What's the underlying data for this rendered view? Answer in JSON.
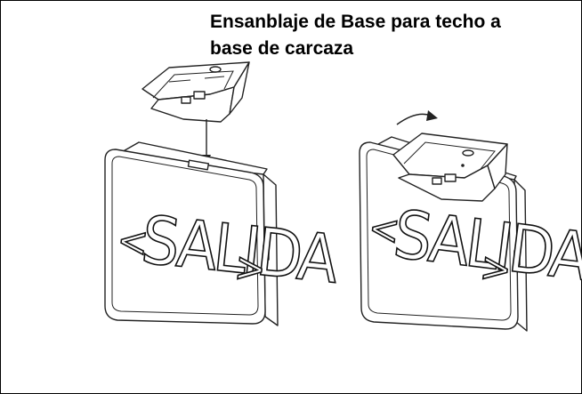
{
  "title": {
    "line1": "Ensanblaje de Base para techo a",
    "line2": "base de carcaza"
  },
  "sign_label": "SALIDA",
  "arrow_left": "<",
  "arrow_right": ">"
}
